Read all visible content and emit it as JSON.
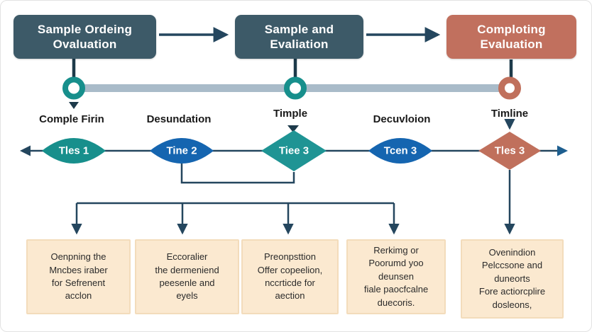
{
  "colors": {
    "dark_box": "#3d5a68",
    "salmon_box": "#c1705e",
    "teal": "#178f8c",
    "blue": "#1565b0",
    "salmon": "#c0705c",
    "timeline_bar": "#a9bbc9",
    "connector": "#24465e",
    "right_arrow": "#1d5e8f",
    "note_bg": "#fbe9d0",
    "note_text": "#2b2b2b"
  },
  "top_boxes": [
    {
      "label": "Sample Ordeing\nOvaluation"
    },
    {
      "label": "Sample and\nEvaliation"
    },
    {
      "label": "Comploting\nEvaluation"
    }
  ],
  "milestones": [
    {
      "label": "Comple Firin"
    },
    {
      "label": "Desundation"
    },
    {
      "label": "Timple"
    },
    {
      "label": "Decuvloion"
    },
    {
      "label": "Timline"
    }
  ],
  "flow_nodes": [
    {
      "label": "Tles 1",
      "shape": "lens",
      "color": "teal"
    },
    {
      "label": "Tine 2",
      "shape": "lens",
      "color": "blue"
    },
    {
      "label": "Tiee 3",
      "shape": "diamond",
      "color": "teal"
    },
    {
      "label": "Tcen 3",
      "shape": "lens",
      "color": "blue"
    },
    {
      "label": "Tles 3",
      "shape": "diamond",
      "color": "salmon"
    }
  ],
  "notes": [
    {
      "text": "Oenpning the\nMncbes iraber\nfor Sefrenent\nacclon"
    },
    {
      "text": "Eccoralier\nthe dermeniend\npeesenle and\neyels"
    },
    {
      "text": "Preonpsttion\nOffer copeelion,\nnccrticde for\naection"
    },
    {
      "text": "Rerkimg or\nPoorumd yoo\ndeunsen\nfiale paocfcalne\nduecoris."
    },
    {
      "text": "Ovenindion\nPelccsone and\nduneorts\nFore actiorcplire\ndosleons,"
    }
  ]
}
